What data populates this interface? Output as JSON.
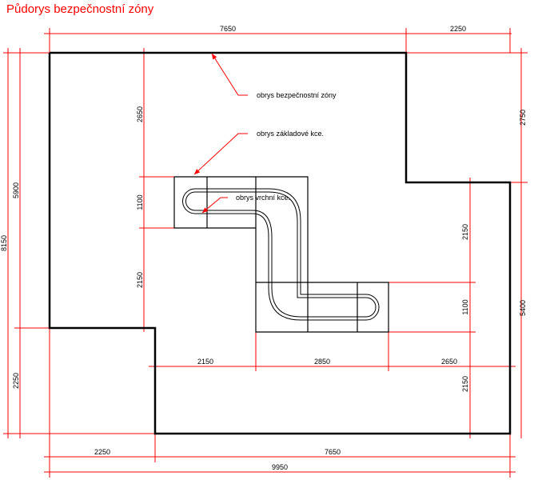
{
  "title": "Půdorys bezpečnostní zóny",
  "labels": {
    "safety_zone": "obrys bezpečnostní zóny",
    "foundation": "obrys základové kce.",
    "top": "obrys vrchní kce."
  },
  "dims": {
    "top_left": "7650",
    "top_right": "2250",
    "left_outer": "8150",
    "left_upper": "5900",
    "left_lower": "2250",
    "inner_upper": "2650",
    "inner_mid": "1100",
    "inner_lower": "2150",
    "right_top": "2750",
    "right_outer": "5400",
    "right_mid_a": "2150",
    "right_mid_b": "1100",
    "right_low": "2150",
    "mid_left": "2150",
    "mid_center": "2850",
    "mid_right": "2650",
    "bottom_left": "2250",
    "bottom_right": "7650",
    "bottom_total": "9950"
  },
  "colors": {
    "title": "#ff0000",
    "dimension": "#ff0000",
    "outline": "#000000"
  }
}
